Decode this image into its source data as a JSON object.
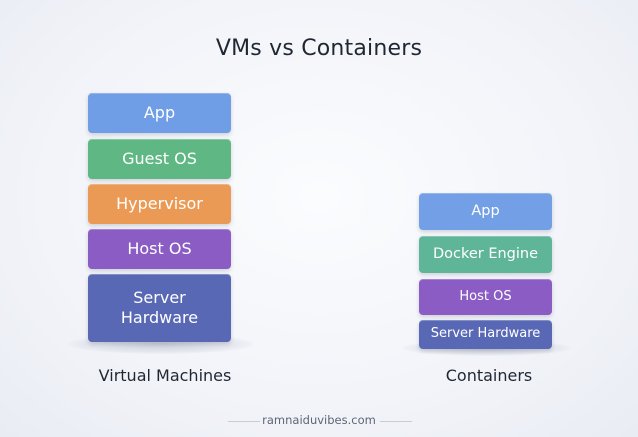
{
  "title": "VMs vs Containers",
  "vm_stack": {
    "label": "Virtual Machines",
    "layers": [
      {
        "label": "App",
        "color": "#6f9de6"
      },
      {
        "label": "Guest OS",
        "color": "#5fb884"
      },
      {
        "label": "Hypervisor",
        "color": "#eb9a56"
      },
      {
        "label": "Host OS",
        "color": "#8b5cc4"
      },
      {
        "label": "Server Hardware",
        "color": "#5868b5"
      }
    ]
  },
  "container_stack": {
    "label": "Containers",
    "layers": [
      {
        "label": "App",
        "color": "#739fe6"
      },
      {
        "label": "Docker Engine",
        "color": "#5fb598"
      },
      {
        "label": "Host OS",
        "color": "#8b5cc4"
      },
      {
        "label": "Server Hardware",
        "color": "#5868b5"
      }
    ]
  },
  "footer": "ramnaiduvibes.com"
}
